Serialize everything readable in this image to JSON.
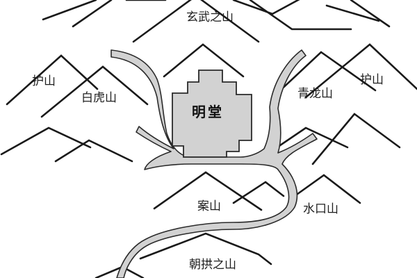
{
  "diagram": {
    "labels": {
      "xuanwu": "玄武之山",
      "hushan_left": "护山",
      "baihu": "白虎山",
      "mingtang": "明堂",
      "qinglong": "青龙山",
      "hushan_right": "护山",
      "anshan": "案山",
      "shuikou": "水口山",
      "chaogong": "朝拱之山"
    }
  }
}
